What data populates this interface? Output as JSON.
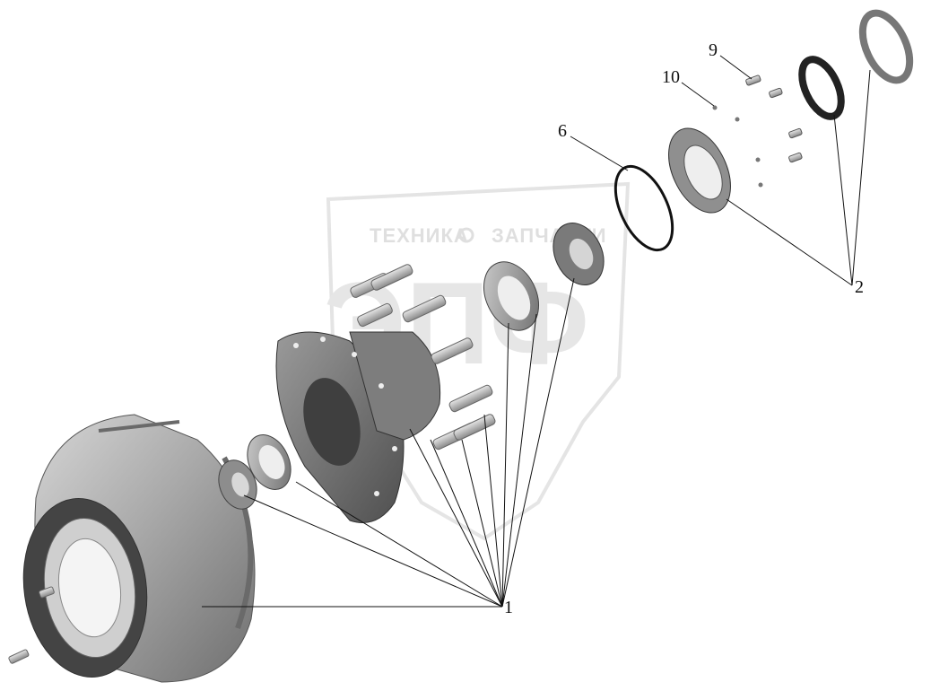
{
  "watermark": {
    "left_text": "ТЕХНИКА",
    "right_text": "ЗАПЧАСТИ",
    "logo_text": "ЭПФ"
  },
  "callouts": [
    {
      "id": "1",
      "label": "1"
    },
    {
      "id": "2",
      "label": "2"
    },
    {
      "id": "6",
      "label": "6"
    },
    {
      "id": "9",
      "label": "9"
    },
    {
      "id": "10",
      "label": "10"
    }
  ],
  "colors": {
    "metal_dark": "#5a5a5a",
    "metal_mid": "#8c8c8c",
    "metal_light": "#c8c8c8",
    "leader": "#111111",
    "watermark": "#dcdcdc"
  }
}
